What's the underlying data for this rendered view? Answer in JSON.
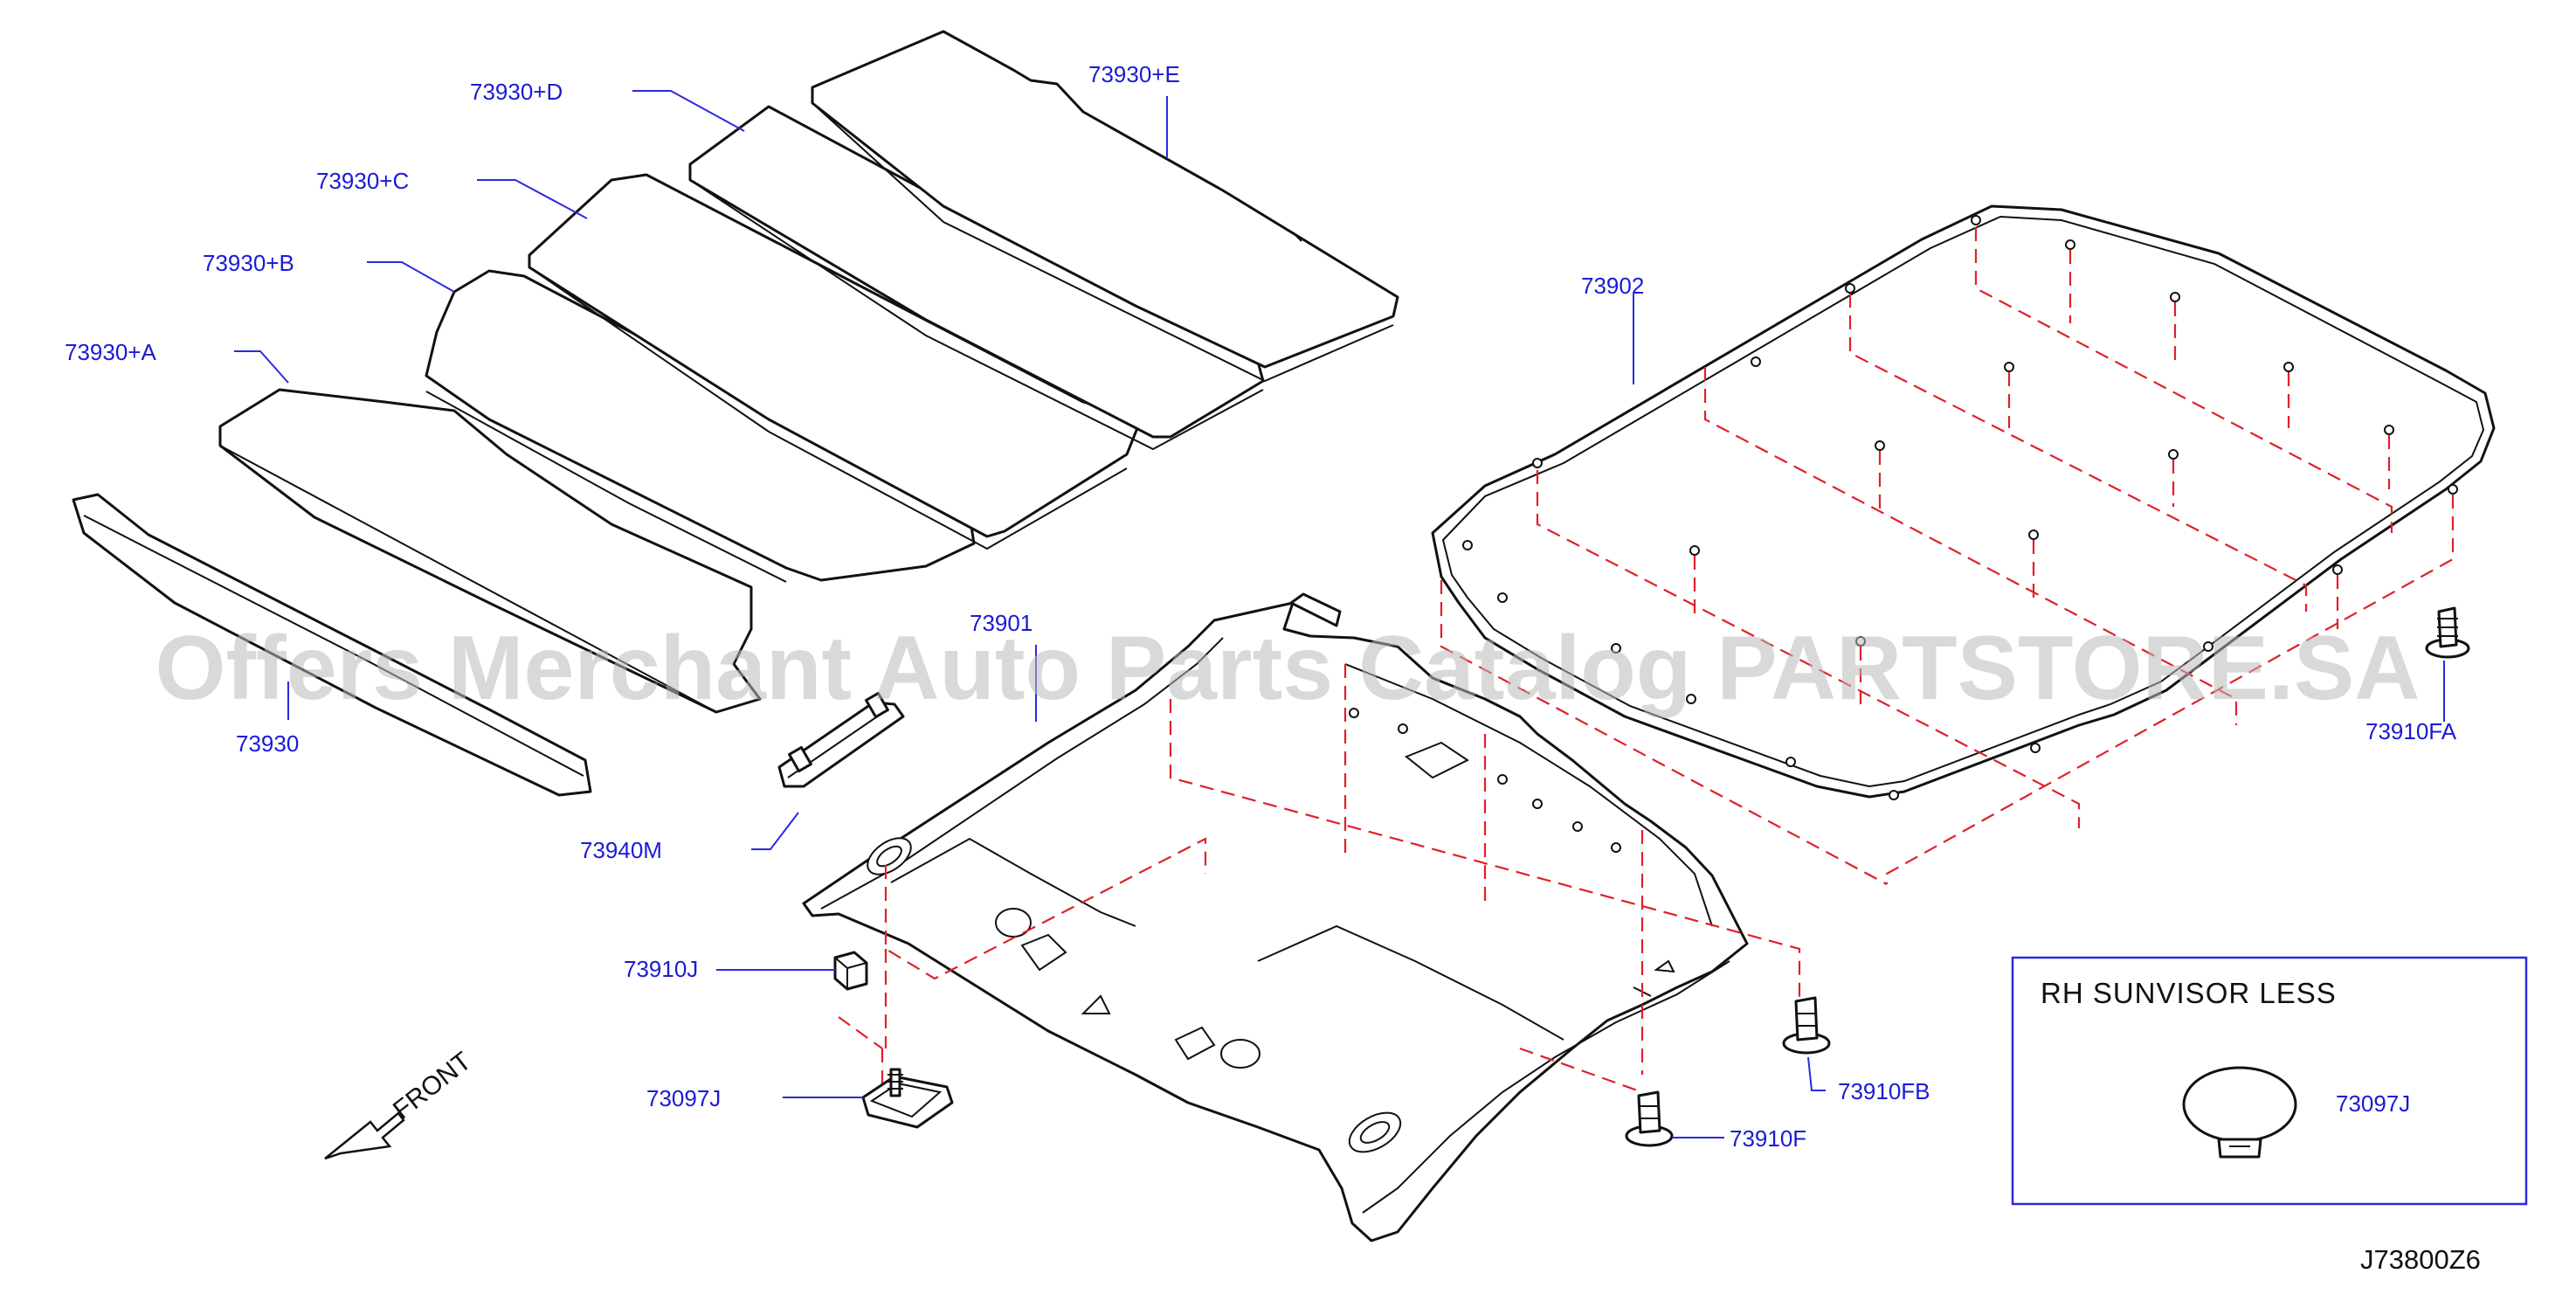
{
  "labels": {
    "p73930": "73930",
    "p73930A": "73930+A",
    "p73930B": "73930+B",
    "p73930C": "73930+C",
    "p73930D": "73930+D",
    "p73930E": "73930+E",
    "p73901": "73901",
    "p73902": "73902",
    "p73940M": "73940M",
    "p73910J": "73910J",
    "p73097J": "73097J",
    "p73910F": "73910F",
    "p73910FB": "73910FB",
    "p73910FA": "73910FA",
    "inset_73097J": "73097J"
  },
  "front_arrow": "FRONT",
  "inset_title": "RH  SUNVISOR  LESS",
  "watermark": "Offers Merchant Auto Parts Catalog PARTSTORE.SA",
  "diagram_code": "J73800Z6",
  "colors": {
    "label": "#1a1ad8",
    "leader": "#2a2ae0",
    "dashed_guide": "#e0202a",
    "outline": "#111111",
    "watermark": "#b9b9b9"
  }
}
